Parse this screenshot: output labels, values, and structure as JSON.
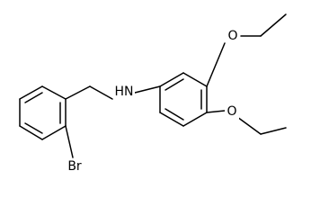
{
  "molecule": {
    "atoms": {
      "amine_label": "HN",
      "bromine_label": "Br",
      "oxygen_upper_label": "O",
      "oxygen_lower_label": "O"
    },
    "colors": {
      "bond": "#000000",
      "text": "#000000",
      "background": "#ffffff"
    }
  }
}
